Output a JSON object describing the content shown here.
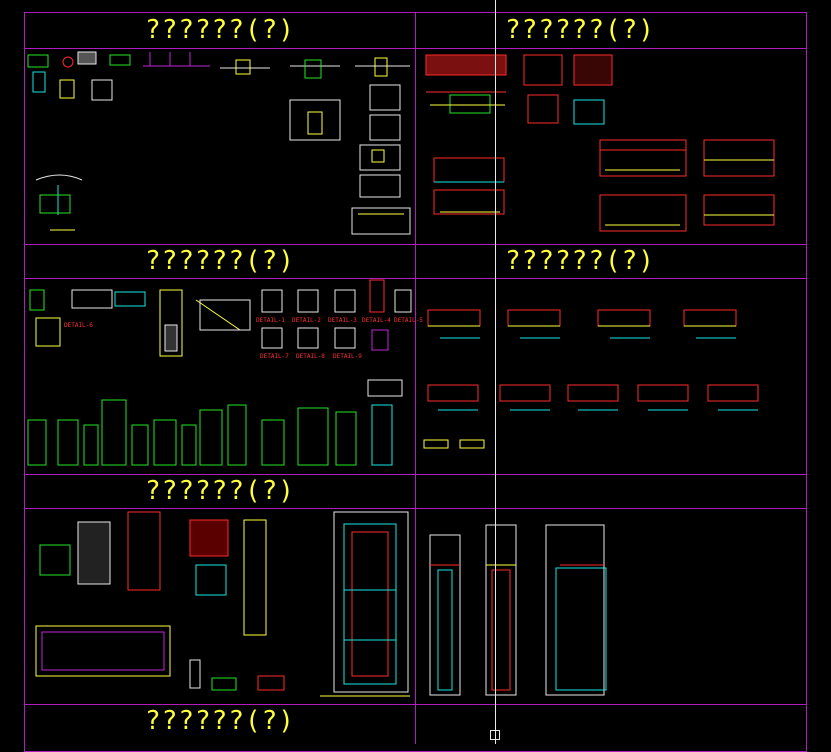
{
  "window": {
    "background": "#000000"
  },
  "colors": {
    "border": "#b01cc0",
    "title": "#ffff3c",
    "red": "#ff2a2a",
    "green": "#22e622",
    "cyan": "#19e6e6",
    "yellow": "#ffff3c",
    "white": "#e8e8e8",
    "magenta": "#c026d3"
  },
  "sections": [
    {
      "title": "??????(?)"
    },
    {
      "title": "??????(?)"
    },
    {
      "title": "??????(?)"
    },
    {
      "title": "??????(?)"
    },
    {
      "title": "??????(?)"
    },
    {
      "title": "??????(?)"
    }
  ],
  "detail_labels": [
    "DETAIL-1",
    "DETAIL-2",
    "DETAIL-3",
    "DETAIL-4",
    "DETAIL-5",
    "DETAIL-6",
    "DETAIL-7",
    "DETAIL-8",
    "DETAIL-9"
  ],
  "icons": {
    "crosshair": "crosshair-cursor-icon"
  }
}
